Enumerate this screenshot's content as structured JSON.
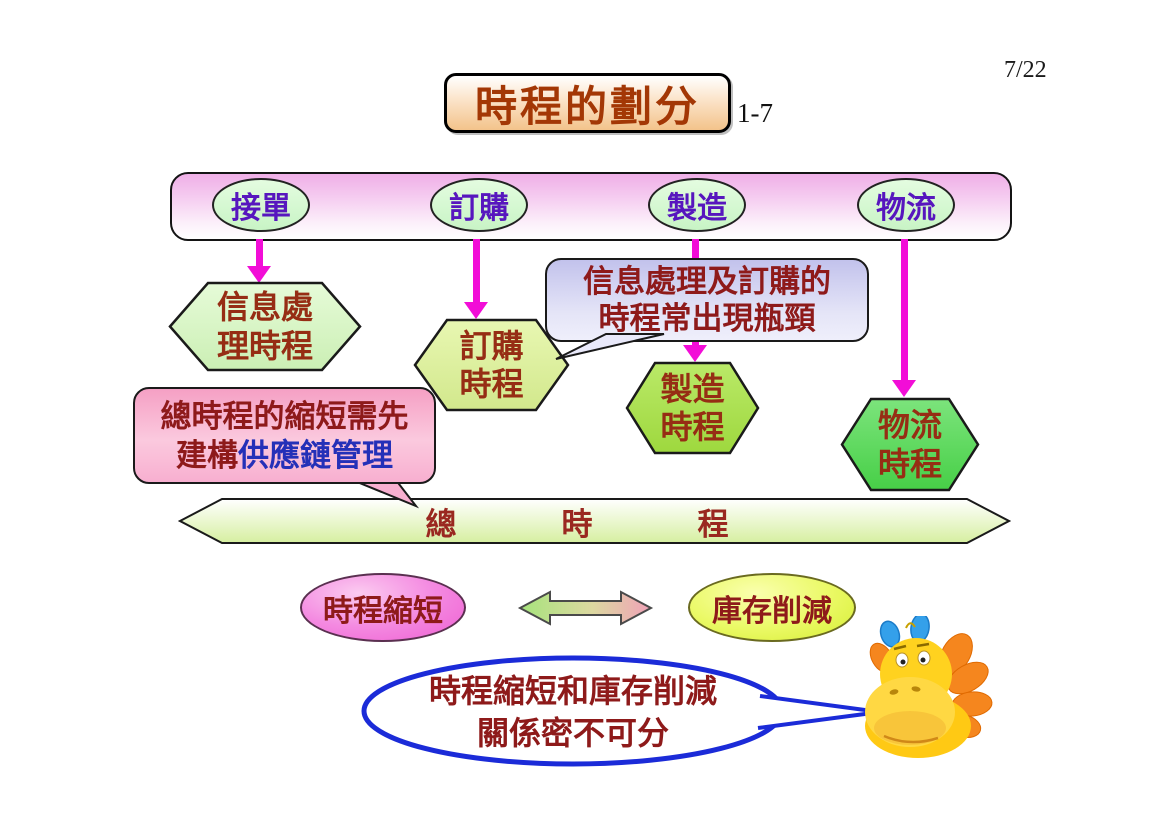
{
  "page": {
    "number": "7/22",
    "title": "時程的劃分",
    "title_note": "1-7"
  },
  "stages": [
    {
      "label": "接單"
    },
    {
      "label": "訂購"
    },
    {
      "label": "製造"
    },
    {
      "label": "物流"
    }
  ],
  "hexagons": [
    {
      "name": "信息處理時程",
      "lines": [
        "信息處",
        "理時程"
      ],
      "fill_top": "#E6FBD8",
      "fill_bottom": "#CBEFB4"
    },
    {
      "name": "訂購時程",
      "lines": [
        "訂購",
        "時程"
      ],
      "fill_top": "#E8F7B2",
      "fill_bottom": "#D2E88C"
    },
    {
      "name": "製造時程",
      "lines": [
        "製造",
        "時程"
      ],
      "fill_top": "#BAE968",
      "fill_bottom": "#9ED83E"
    },
    {
      "name": "物流時程",
      "lines": [
        "物流",
        "時程"
      ],
      "fill_top": "#7CE47C",
      "fill_bottom": "#47CF47"
    }
  ],
  "callouts": {
    "bottleneck": {
      "line1": "信息處理及訂購的",
      "line2": "時程常出現瓶頸"
    },
    "supply_chain": {
      "line1": "總時程的縮短需先",
      "line2_plain": "建構",
      "line2_blue": "供應鏈管理"
    },
    "conclusion": {
      "line1": "時程縮短和庫存削減",
      "line2": "關係密不可分"
    }
  },
  "total_banner": {
    "label": "總時程"
  },
  "relation": {
    "left_oval": "時程縮短",
    "right_oval": "庫存削減"
  },
  "colors": {
    "title_text": "#A33705",
    "arrow_magenta": "#F20DD7",
    "stage_text_purple": "#5716BE",
    "dark_red_text": "#8E1A1A",
    "hex_text_red": "#962D14",
    "supply_chain_blue": "#2430B8",
    "conclusion_border_blue": "#1B2BD8",
    "bar_pink_top": "#EFAFE7",
    "banner_green_bottom": "#D6EFA0"
  }
}
